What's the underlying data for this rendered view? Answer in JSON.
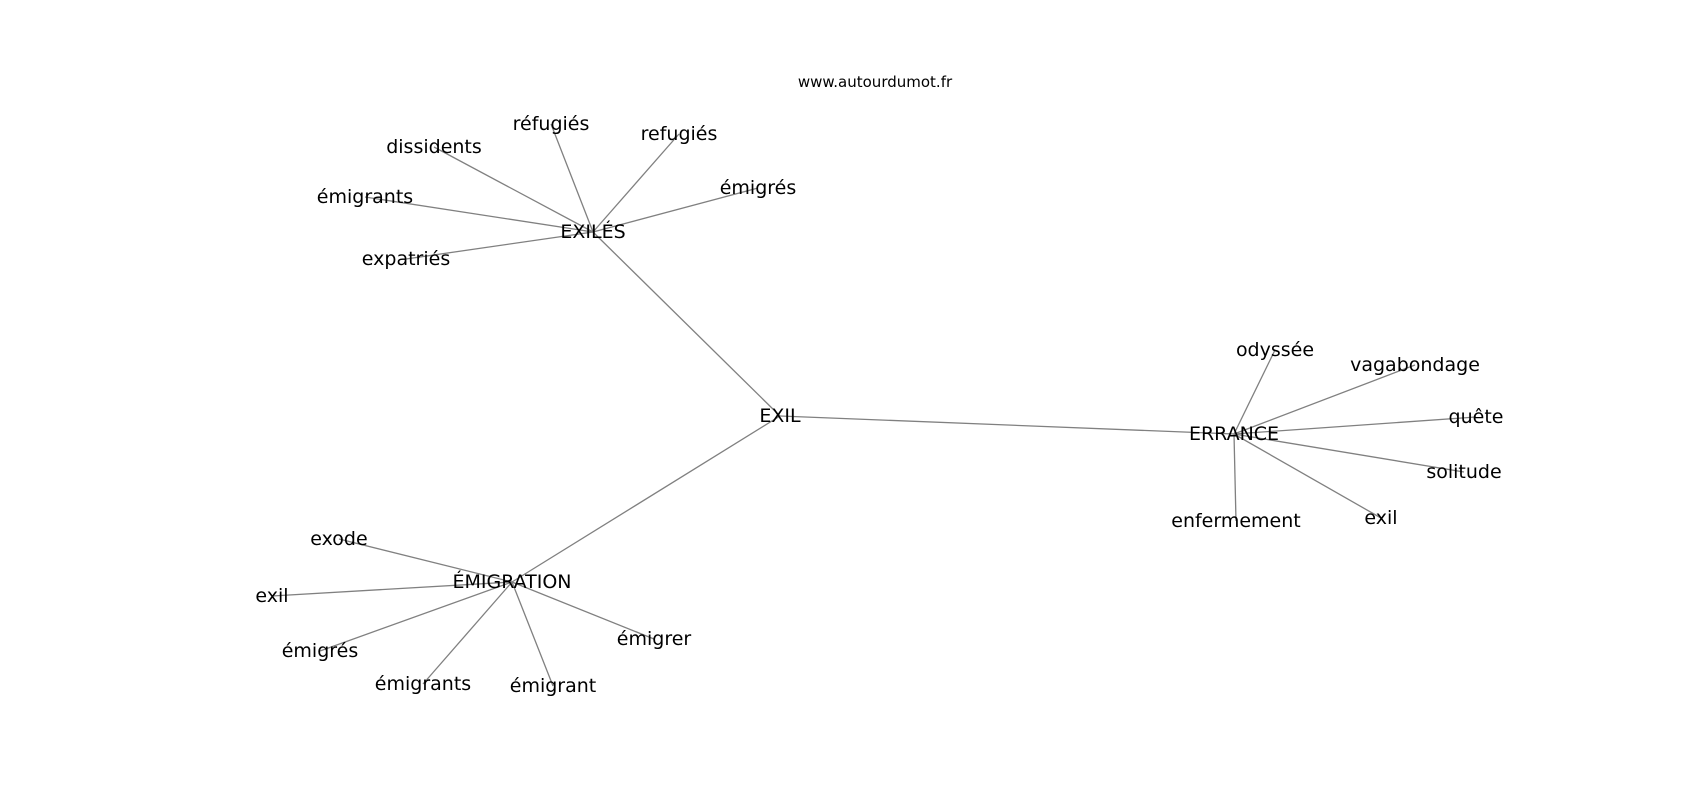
{
  "site": "www.autourdumot.fr",
  "colors": {
    "edge": "#808080",
    "text": "#000000",
    "background": "#ffffff"
  },
  "center": {
    "id": "EXIL",
    "label": "EXIL"
  },
  "clusters": [
    {
      "id": "EXILES",
      "label": "EXILÉS",
      "leaves": [
        "dissidents",
        "réfugiés",
        "refugiés",
        "émigrés",
        "émigrants",
        "expatriés"
      ]
    },
    {
      "id": "ERRANCE",
      "label": "ERRANCE",
      "leaves": [
        "odyssée",
        "vagabondage",
        "quête",
        "solitude",
        "exil",
        "enfermement"
      ]
    },
    {
      "id": "EMIGRATION",
      "label": "ÉMIGRATION",
      "leaves": [
        "exode",
        "exil",
        "émigrés",
        "émigrants",
        "émigrant",
        "émigrer"
      ]
    }
  ]
}
